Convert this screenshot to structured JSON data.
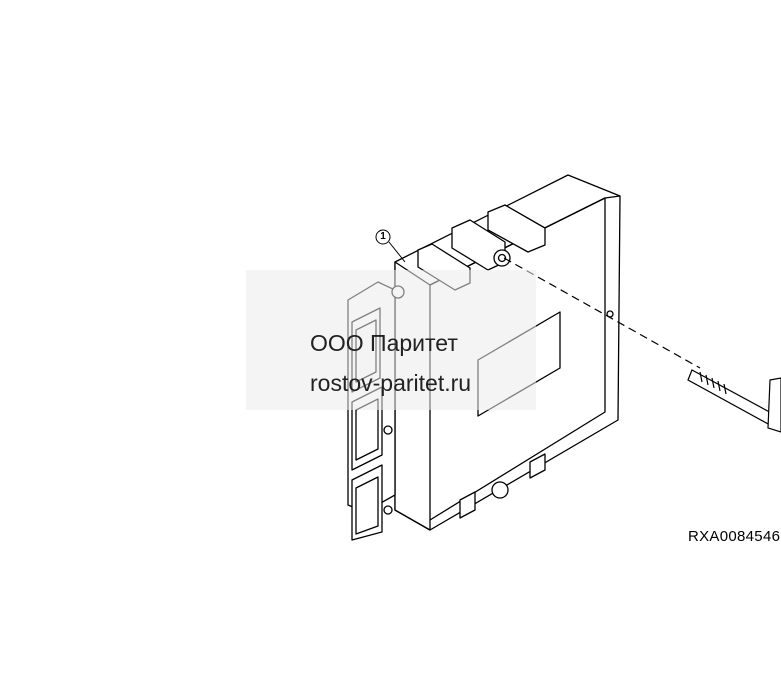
{
  "diagram": {
    "callout_number": "1",
    "reference_code": "RXA0084546"
  },
  "watermark": {
    "line1": "ООО Паритет",
    "line2": "rostov-paritet.ru"
  },
  "colors": {
    "line": "#000000",
    "background": "#ffffff"
  }
}
